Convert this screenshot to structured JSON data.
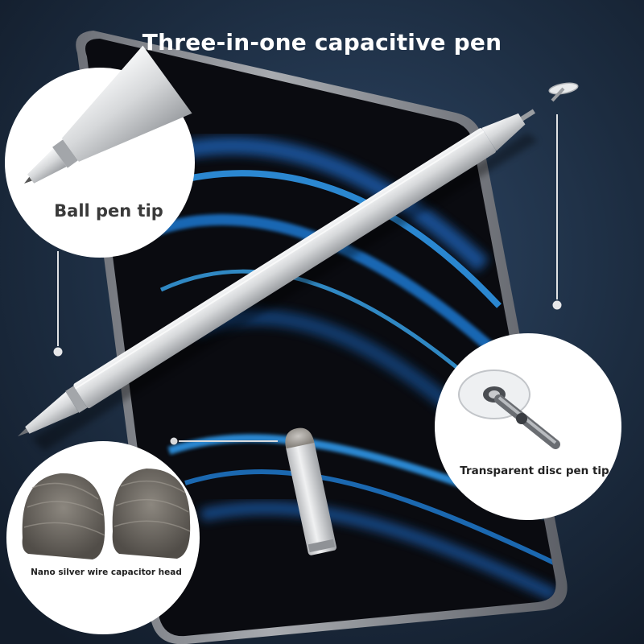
{
  "title": "Three-in-one capacitive pen",
  "callouts": {
    "ball_tip": "Ball pen tip",
    "disc_tip": "Transparent disc pen tip",
    "nano_head": "Nano silver wire capacitor head"
  },
  "colors": {
    "background": "#1c2c40",
    "tablet_screen": "#0a0b10",
    "tablet_frame": "#8d9096",
    "wave_blue": "#2f95e6",
    "pen_silver": "#d2d4d6",
    "callout_circle": "#ffffff",
    "mesh": "#6a6660"
  }
}
